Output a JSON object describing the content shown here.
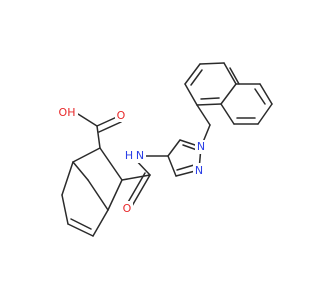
{
  "atoms": {
    "hydroxyl": {
      "text": "OH",
      "color": "#e8292b"
    },
    "carbonyl_acid_o": {
      "text": "O",
      "color": "#e8292b"
    },
    "amide_n": {
      "text": "N",
      "color": "#2b3fe6"
    },
    "amide_h": {
      "text": "H",
      "color": "#2b3fe6"
    },
    "amide_o": {
      "text": "O",
      "color": "#e8292b"
    },
    "pyrazole_n1": {
      "text": "N",
      "color": "#2b3fe6"
    },
    "pyrazole_n2": {
      "text": "N",
      "color": "#2b3fe6"
    }
  },
  "bond_color": "#2b2b2b"
}
